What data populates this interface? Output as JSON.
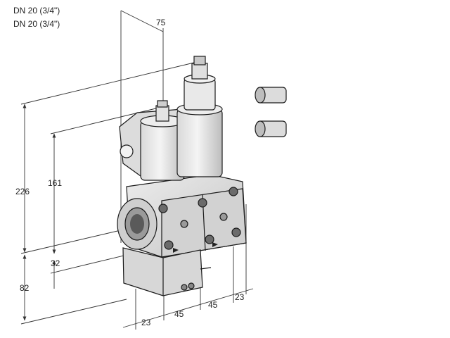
{
  "captions": [
    "DN 20 (3/4\")",
    "DN 20 (3/4\")"
  ],
  "dimensions": {
    "top_width": "75",
    "overall_height": "226",
    "body_height": "161",
    "offset_32": "32",
    "lower_82": "82",
    "front_23": "23",
    "spacing_45_a": "45",
    "spacing_45_b": "45",
    "right_23": "23"
  },
  "colors": {
    "line": "#1a1a1a",
    "body_light": "#e6e6e6",
    "body_mid": "#c8c8c8",
    "body_dark": "#8a8a8a"
  }
}
